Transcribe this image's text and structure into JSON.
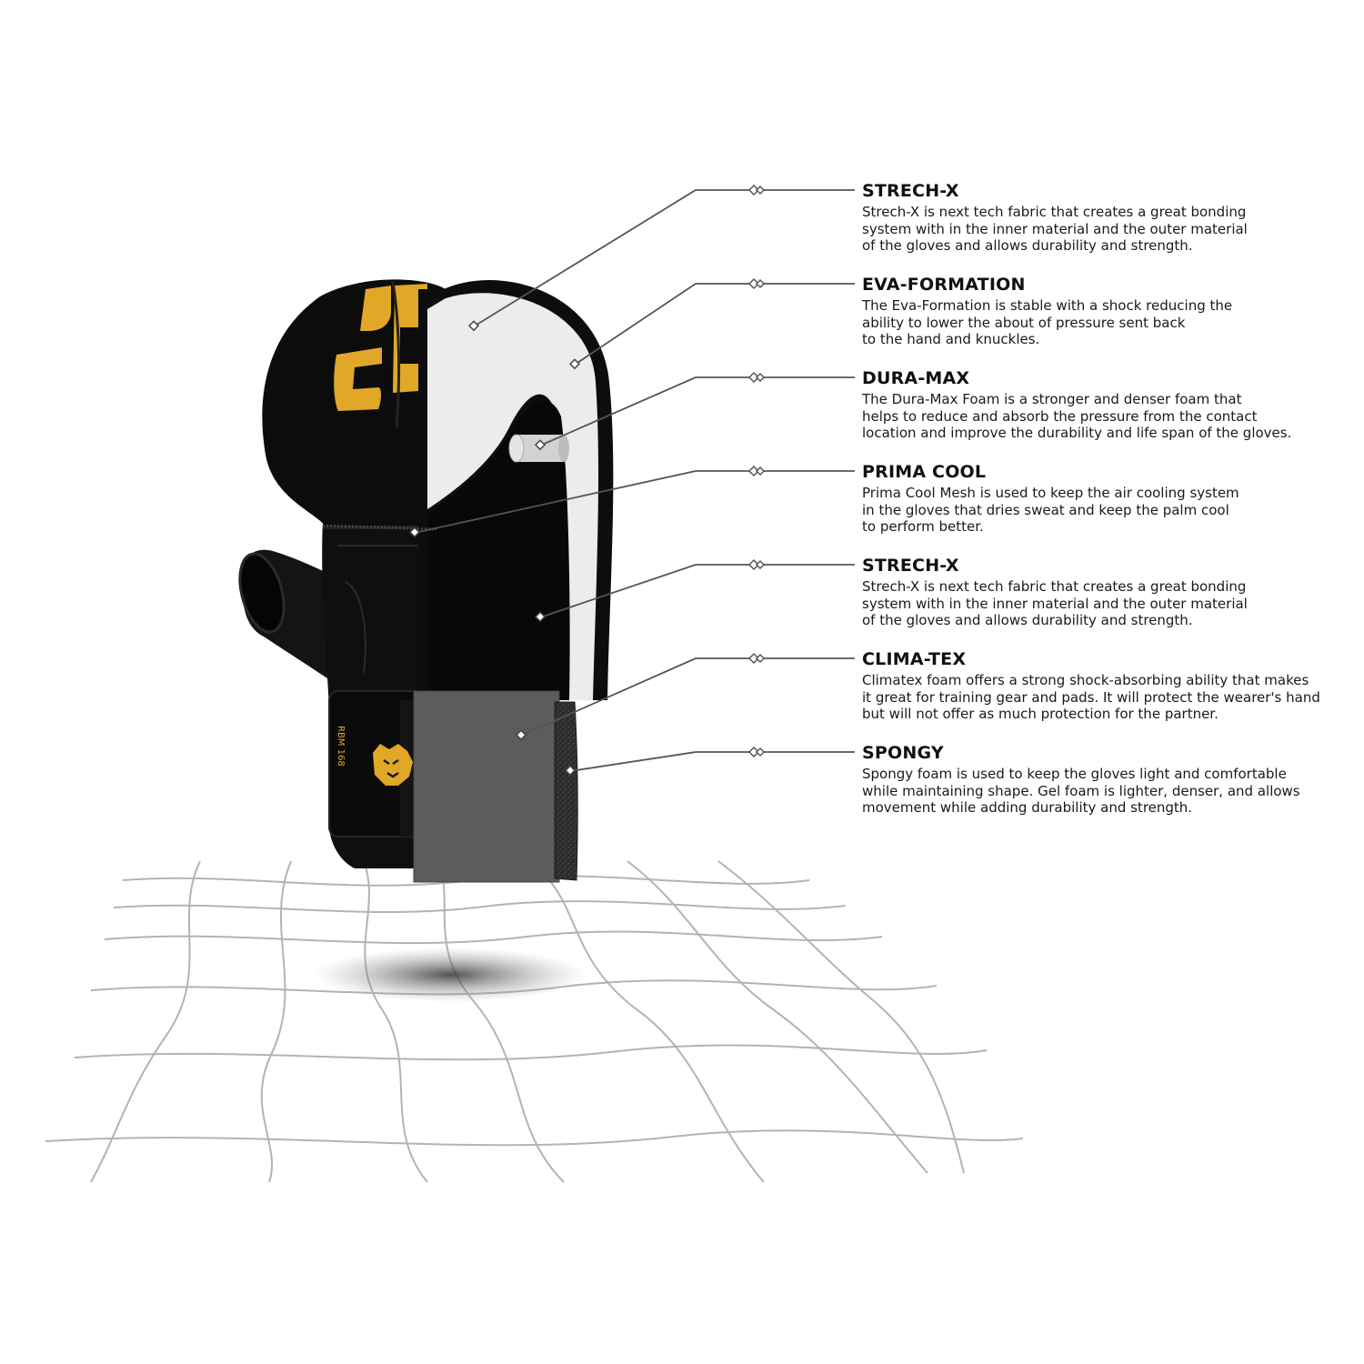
{
  "glove": {
    "brand_mark": "RBM",
    "cuff_text": "RBM 168",
    "logo_icon": "tiger-head-icon",
    "colors": {
      "shell": "#0d0d0d",
      "gold": "#e0a826",
      "eva": "#ececec",
      "mesh_gray": "#5e5e5e",
      "spongy": "#2a2a2a",
      "leader_line": "#555555",
      "grid_line": "#b0b0b0"
    }
  },
  "callouts": [
    {
      "title": "STRECH-X",
      "lines": [
        "Strech-X is next tech fabric that creates a great bonding",
        "system with in the inner material and the outer material",
        "of the gloves and allows durability and strength."
      ]
    },
    {
      "title": "EVA-FORMATION",
      "lines": [
        "The Eva-Formation is stable with a shock reducing the",
        "ability to lower the about of pressure sent back",
        "to the hand and knuckles."
      ]
    },
    {
      "title": "DURA-MAX",
      "lines": [
        "The Dura-Max Foam is a stronger and denser foam that",
        "helps to reduce and absorb the pressure from the contact",
        "location and improve the durability and life span of the gloves."
      ]
    },
    {
      "title": "PRIMA COOL",
      "lines": [
        "Prima Cool Mesh is used to keep the air cooling system",
        "in the gloves that dries sweat and keep the palm cool",
        "to perform better."
      ]
    },
    {
      "title": "STRECH-X",
      "lines": [
        "Strech-X is next tech fabric that creates a great bonding",
        "system with in the inner material and the outer material",
        "of the gloves and allows durability and strength."
      ]
    },
    {
      "title": "CLIMA-TEX",
      "lines": [
        "Climatex foam offers a strong shock-absorbing ability that makes",
        "it great for training gear and pads. It will protect the wearer's hand",
        "but will not offer as much protection for the partner."
      ]
    },
    {
      "title": "SPONGY",
      "lines": [
        "Spongy foam is used to keep the gloves light and comfortable",
        "while maintaining shape. Gel foam is lighter, denser, and allows",
        "movement while adding durability and strength."
      ]
    }
  ]
}
